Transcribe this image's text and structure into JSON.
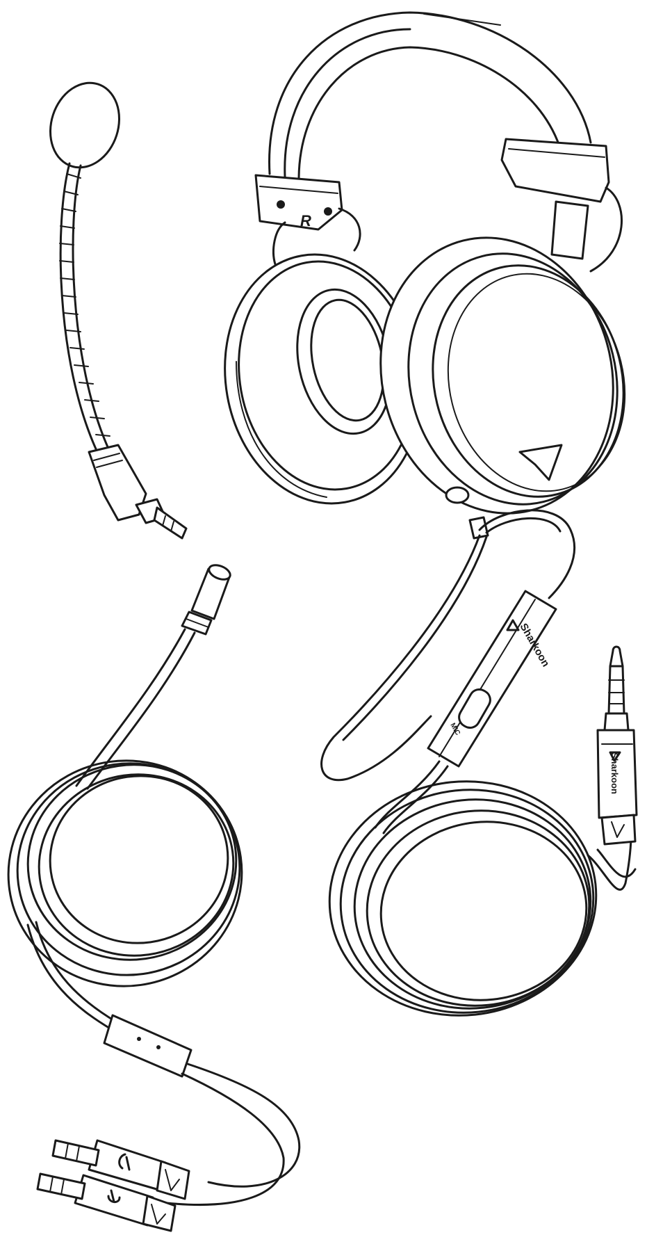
{
  "headband": {
    "side_mark": "R"
  },
  "remote": {
    "brand": "Sharkoon",
    "switch_mark": "MIC"
  },
  "main_plug": {
    "brand": "Sharkoon"
  },
  "colors": {
    "line": "#1a1a1a",
    "background": "#ffffff"
  }
}
